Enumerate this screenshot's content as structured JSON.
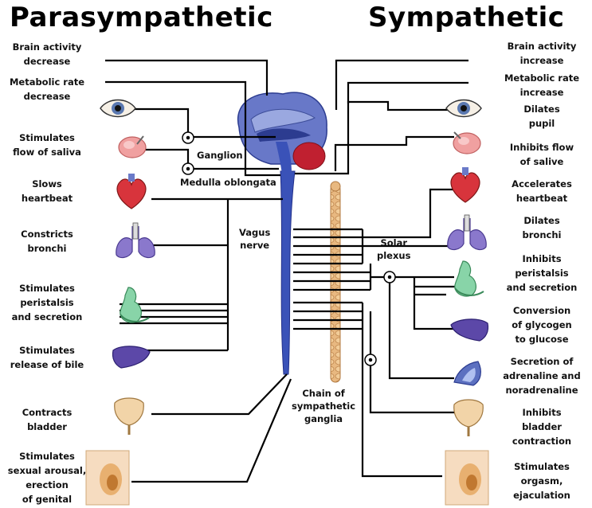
{
  "titles": {
    "parasympathetic": "Parasympathetic",
    "sympathetic": "Sympathetic"
  },
  "left_labels": [
    "Brain activity\ndecrease",
    "Metabolic rate\ndecrease",
    "Stimulates\nflow of saliva",
    "Slows\nheartbeat",
    "Constricts\nbronchi",
    "Stimulates\nperistalsis\nand secretion",
    "Stimulates\nrelease of bile",
    "Contracts\nbladder",
    "Stimulates\nsexual arousal,\nerection\nof genital"
  ],
  "right_labels": [
    "Brain activity\nincrease",
    "Metabolic rate\nincrease",
    "Dilates\npupil",
    "Inhibits flow\nof salive",
    "Accelerates\nheartbeat",
    "Dilates\nbronchi",
    "Inhibits\nperistalsis\nand secretion",
    "Conversion\nof glycogen\nto  glucose",
    "Secretion of\nadrenaline and\nnoradrenaline",
    "Inhibits\nbladder\ncontraction",
    "Stimulates\norgasm,\nejaculation"
  ],
  "center_labels": {
    "ganglion": "Ganglion",
    "medulla": "Medulla oblongata",
    "vagus": "Vagus\nnerve",
    "solar": "Solar\nplexus",
    "chain": "Chain of\nsympathetic\nganglia"
  },
  "icons": {
    "left": [
      "eye-icon",
      "salivary-gland-icon",
      "heart-icon",
      "lungs-icon",
      "stomach-icon",
      "liver-icon",
      "bladder-icon",
      "genital-icon"
    ],
    "right": [
      "eye-icon",
      "salivary-gland-icon",
      "heart-icon",
      "lungs-icon",
      "stomach-icon",
      "liver-icon",
      "adrenal-gland-icon",
      "bladder-icon",
      "genital-icon"
    ],
    "center": [
      "brain-icon",
      "spinal-cord-icon",
      "sympathetic-chain-icon"
    ]
  },
  "colors": {
    "nerve_blue": "#3a52b8",
    "chain_tan": "#e8b880",
    "heart_red": "#d8343c",
    "lung_purple": "#8a78cc",
    "stomach_green": "#88d4a8",
    "liver_purple": "#5c48a8",
    "brain_blue": "#6878c8",
    "cerebellum_red": "#c02030"
  }
}
